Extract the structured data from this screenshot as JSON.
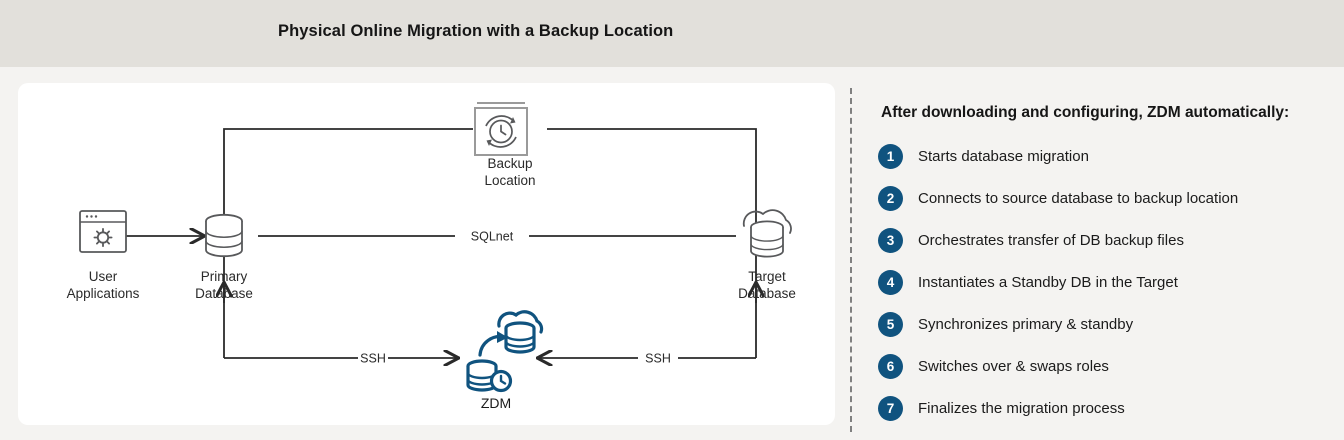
{
  "header": {
    "title": "Physical Online Migration with a Backup Location"
  },
  "diagram": {
    "nodes": [
      {
        "id": "user-applications",
        "icon": "browser-gear-icon",
        "label_line1": "User",
        "label_line2": "Applications"
      },
      {
        "id": "primary-database",
        "icon": "database-cylinder-icon",
        "label_line1": "Primary",
        "label_line2": "Database"
      },
      {
        "id": "backup-location",
        "icon": "backup-clock-icon",
        "label_line1": "Backup",
        "label_line2": "Location"
      },
      {
        "id": "target-database",
        "icon": "cloud-database-icon",
        "label_line1": "Target",
        "label_line2": "Database"
      },
      {
        "id": "zdm",
        "icon": "zdm-migration-icon",
        "label_line1": "ZDM",
        "label_line2": ""
      }
    ],
    "edges": [
      {
        "id": "primary-to-target",
        "label": "SQLnet"
      },
      {
        "id": "primary-to-zdm",
        "label": "SSH"
      },
      {
        "id": "target-to-zdm",
        "label": "SSH"
      },
      {
        "id": "primary-to-backup",
        "label": ""
      },
      {
        "id": "backup-to-target",
        "label": ""
      }
    ],
    "colors": {
      "line": "#2a2a2a",
      "icon_outline": "#58595b",
      "zdm_accent": "#10537f",
      "card_background": "#ffffff"
    }
  },
  "panel": {
    "heading": "After downloading and configuring, ZDM automatically:",
    "accent_color": "#10537f",
    "steps": [
      {
        "number": "1",
        "label": "Starts database migration"
      },
      {
        "number": "2",
        "label": "Connects to source database to backup location"
      },
      {
        "number": "3",
        "label": "Orchestrates transfer of DB backup files"
      },
      {
        "number": "4",
        "label": "Instantiates a Standby DB in the Target"
      },
      {
        "number": "5",
        "label": "Synchronizes primary & standby"
      },
      {
        "number": "6",
        "label": "Switches over & swaps roles"
      },
      {
        "number": "7",
        "label": "Finalizes the migration process"
      }
    ]
  },
  "theme": {
    "page_background": "#f4f3f1",
    "header_background": "#e2e0db",
    "divider_color": "#808080"
  }
}
